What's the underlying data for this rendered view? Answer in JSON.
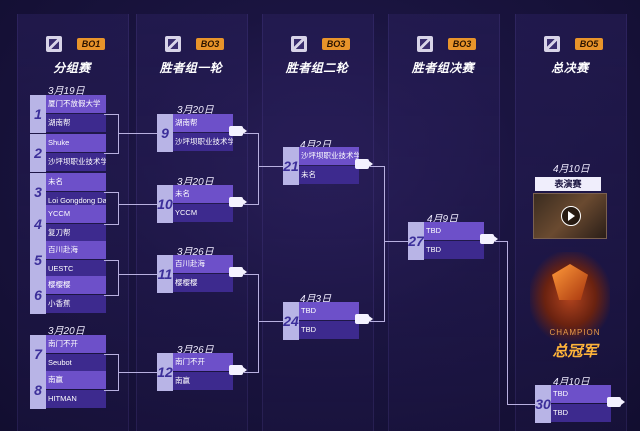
{
  "rounds": [
    {
      "bo": "BO1",
      "title": "分组赛"
    },
    {
      "bo": "BO3",
      "title": "胜者组一轮"
    },
    {
      "bo": "BO3",
      "title": "胜者组二轮"
    },
    {
      "bo": "BO3",
      "title": "胜者组决赛"
    },
    {
      "bo": "BO5",
      "title": "总决赛"
    }
  ],
  "dates": {
    "r1a": "3月19日",
    "r1b": "3月20日",
    "r2a": "3月20日",
    "r2b": "3月20日",
    "r2c": "3月26日",
    "r2d": "3月26日",
    "r3a": "4月2日",
    "r3b": "4月3日",
    "r4a": "4月9日",
    "r5a": "4月10日",
    "r5b": "4月10日"
  },
  "matches": {
    "m1": {
      "num": "1",
      "t1": "厦门不放假大学",
      "t2": "湖南帮"
    },
    "m2": {
      "num": "2",
      "t1": "Shuke",
      "t2": "沙坪坝职业技术学院"
    },
    "m3": {
      "num": "3",
      "t1": "未名",
      "t2": "Loi Gongdong Da"
    },
    "m4": {
      "num": "4",
      "t1": "YCCM",
      "t2": "复刀帮"
    },
    "m5": {
      "num": "5",
      "t1": "百川赴海",
      "t2": "UESTC"
    },
    "m6": {
      "num": "6",
      "t1": "樱樱樱",
      "t2": "小香蕉"
    },
    "m7": {
      "num": "7",
      "t1": "南门不开",
      "t2": "Seubot"
    },
    "m8": {
      "num": "8",
      "t1": "南赢",
      "t2": "HITMAN"
    },
    "m9": {
      "num": "9",
      "t1": "湖南帮",
      "t2": "沙坪坝职业技术学院"
    },
    "m10": {
      "num": "10",
      "t1": "未名",
      "t2": "YCCM"
    },
    "m11": {
      "num": "11",
      "t1": "百川赴海",
      "t2": "樱樱樱"
    },
    "m12": {
      "num": "12",
      "t1": "南门不开",
      "t2": "南赢"
    },
    "m21": {
      "num": "21",
      "t1": "沙坪坝职业技术学院",
      "t2": "未名"
    },
    "m24": {
      "num": "24",
      "t1": "TBD",
      "t2": "TBD"
    },
    "m27": {
      "num": "27",
      "t1": "TBD",
      "t2": "TBD"
    },
    "m30": {
      "num": "30",
      "t1": "TBD",
      "t2": "TBD"
    }
  },
  "exhibition": {
    "label": "表演赛"
  },
  "champion": {
    "title": "总冠军",
    "sub": "CHAMPION"
  }
}
